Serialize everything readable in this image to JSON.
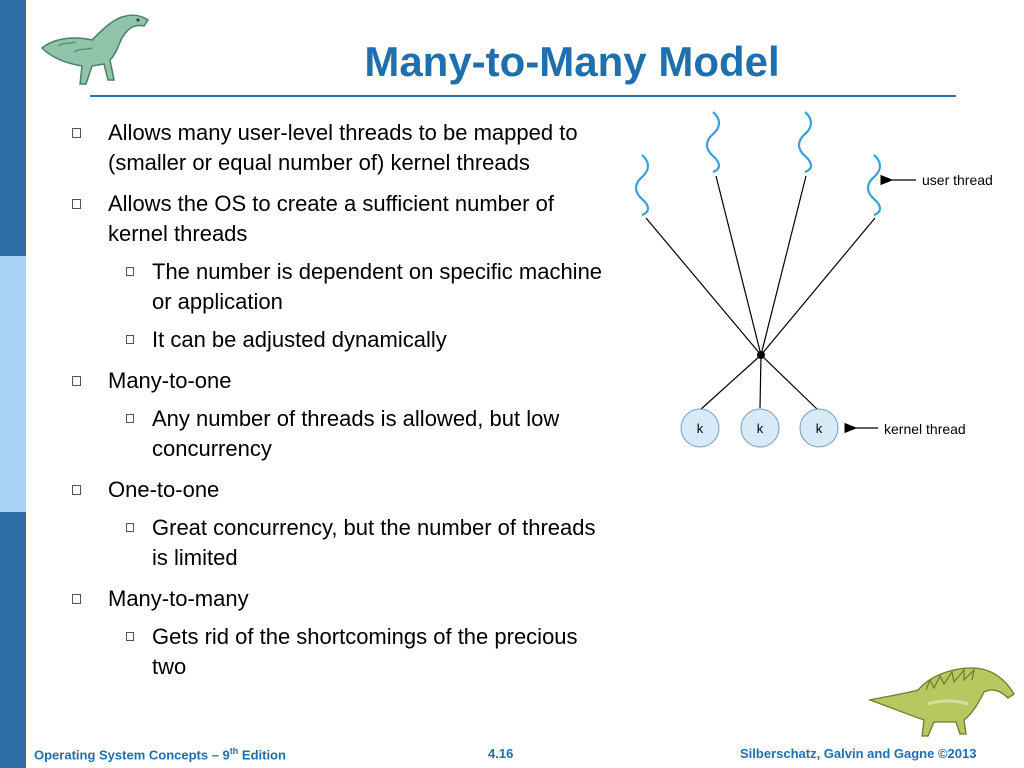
{
  "slide": {
    "title": "Many-to-Many Model",
    "bullets": [
      {
        "level": 1,
        "text": "Allows many user-level threads to be mapped to (smaller or equal number of) kernel threads"
      },
      {
        "level": 1,
        "text": "Allows the OS to create a sufficient number of kernel threads"
      },
      {
        "level": 2,
        "text": "The number is dependent on specific machine or application"
      },
      {
        "level": 2,
        "text": "It can be adjusted dynamically"
      },
      {
        "level": 1,
        "text": "Many-to-one"
      },
      {
        "level": 2,
        "text": "Any number of threads is allowed, but low concurrency"
      },
      {
        "level": 1,
        "text": "One-to-one"
      },
      {
        "level": 2,
        "text": "Great concurrency, but the number of threads is limited"
      },
      {
        "level": 1,
        "text": "Many-to-many"
      },
      {
        "level": 2,
        "text": "Gets rid of the shortcomings of the precious two"
      }
    ]
  },
  "diagram": {
    "user_thread_label": "user thread",
    "kernel_thread_label": "kernel thread",
    "kernel_threads": [
      "k",
      "k",
      "k"
    ],
    "user_thread_count": 4
  },
  "footer": {
    "left_prefix": "Operating System Concepts – 9",
    "left_sup": "th",
    "left_suffix": " Edition",
    "page": "4.16",
    "right": "Silberschatz, Galvin and Gagne ©2013"
  },
  "colors": {
    "accent": "#1f6fad",
    "kernel_node": "#d6eaf8",
    "wave": "#3aa0d8"
  }
}
